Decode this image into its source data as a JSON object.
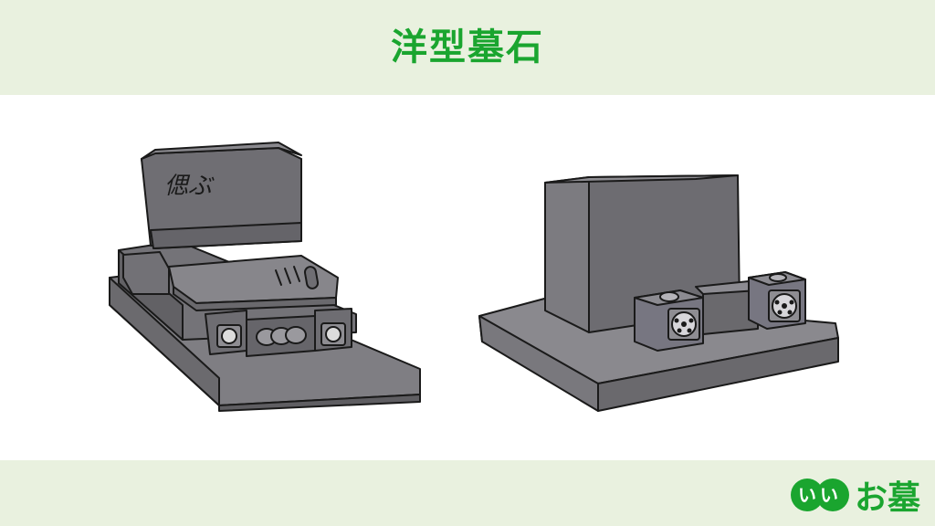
{
  "header": {
    "title": "洋型墓石"
  },
  "illustrations": [
    {
      "name": "western-style-gravestone-front-view",
      "engraving": "偲ぶ"
    },
    {
      "name": "western-style-gravestone-rear-view"
    }
  ],
  "footer": {
    "logo_badge": "いい",
    "logo_text": "お墓"
  },
  "colors": {
    "band": "#e9f1df",
    "title": "#1aa52f",
    "stone_dark": "#6d6c70",
    "stone_mid": "#86858a",
    "stone_light": "#9c9ba0",
    "outline": "#1a1a1a"
  }
}
